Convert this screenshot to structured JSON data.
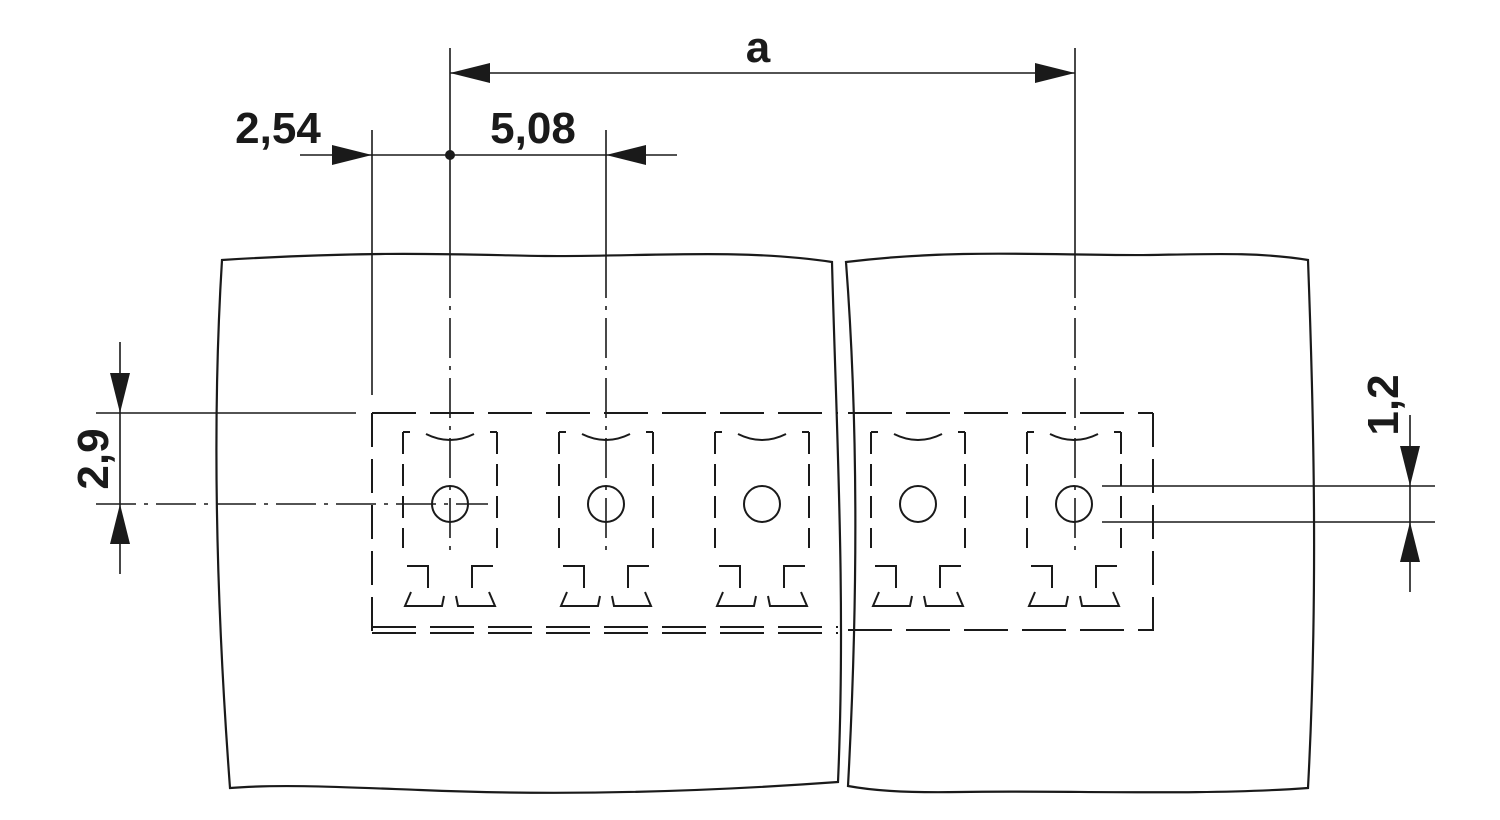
{
  "dimensions": {
    "pitch_label": "a",
    "offset_label": "2,54",
    "spacing_label": "5,08",
    "height_label": "2,9",
    "diameter_label": "1,2"
  },
  "pin_count": 5
}
